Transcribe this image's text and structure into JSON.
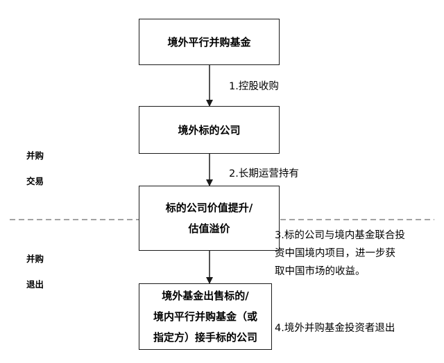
{
  "boxes": {
    "box1": "境外平行并购基金",
    "box2": "境外标的公司",
    "box3": "标的公司价值提升/\n估值溢价",
    "box4": "境外基金出售标的/\n境内平行并购基金（或\n指定方）接手标的公司"
  },
  "arrows": {
    "a1": "1.控股收购",
    "a2": "2.长期运营持有",
    "a3": "3.标的公司与境内基金联合投\n资中国境内项目，进一步获\n取中国市场的收益。",
    "a4": "4.境外并购基金投资者退出"
  },
  "sections": {
    "trade": "并购\n交易",
    "exit": "并购\n退出"
  }
}
